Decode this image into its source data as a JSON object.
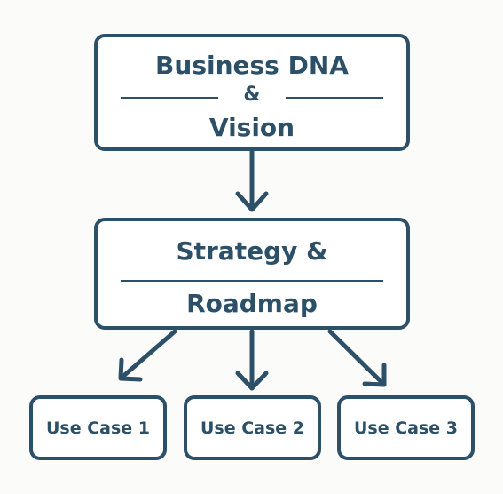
{
  "diagram": {
    "top_box": {
      "line_1": "Business DNA",
      "line_2": "&",
      "line_3": "Vision"
    },
    "middle_box": {
      "line_1": "Strategy &",
      "line_2": "Roadmap"
    },
    "use_cases": [
      "Use Case 1",
      "Use Case 2",
      "Use Case 3"
    ]
  },
  "colors": {
    "primary": "#2d5069",
    "background": "#fbfbf9",
    "box_fill": "#ffffff"
  },
  "icons": [
    "arrow-down-icon",
    "arrow-down-left-icon",
    "arrow-down-right-icon"
  ]
}
